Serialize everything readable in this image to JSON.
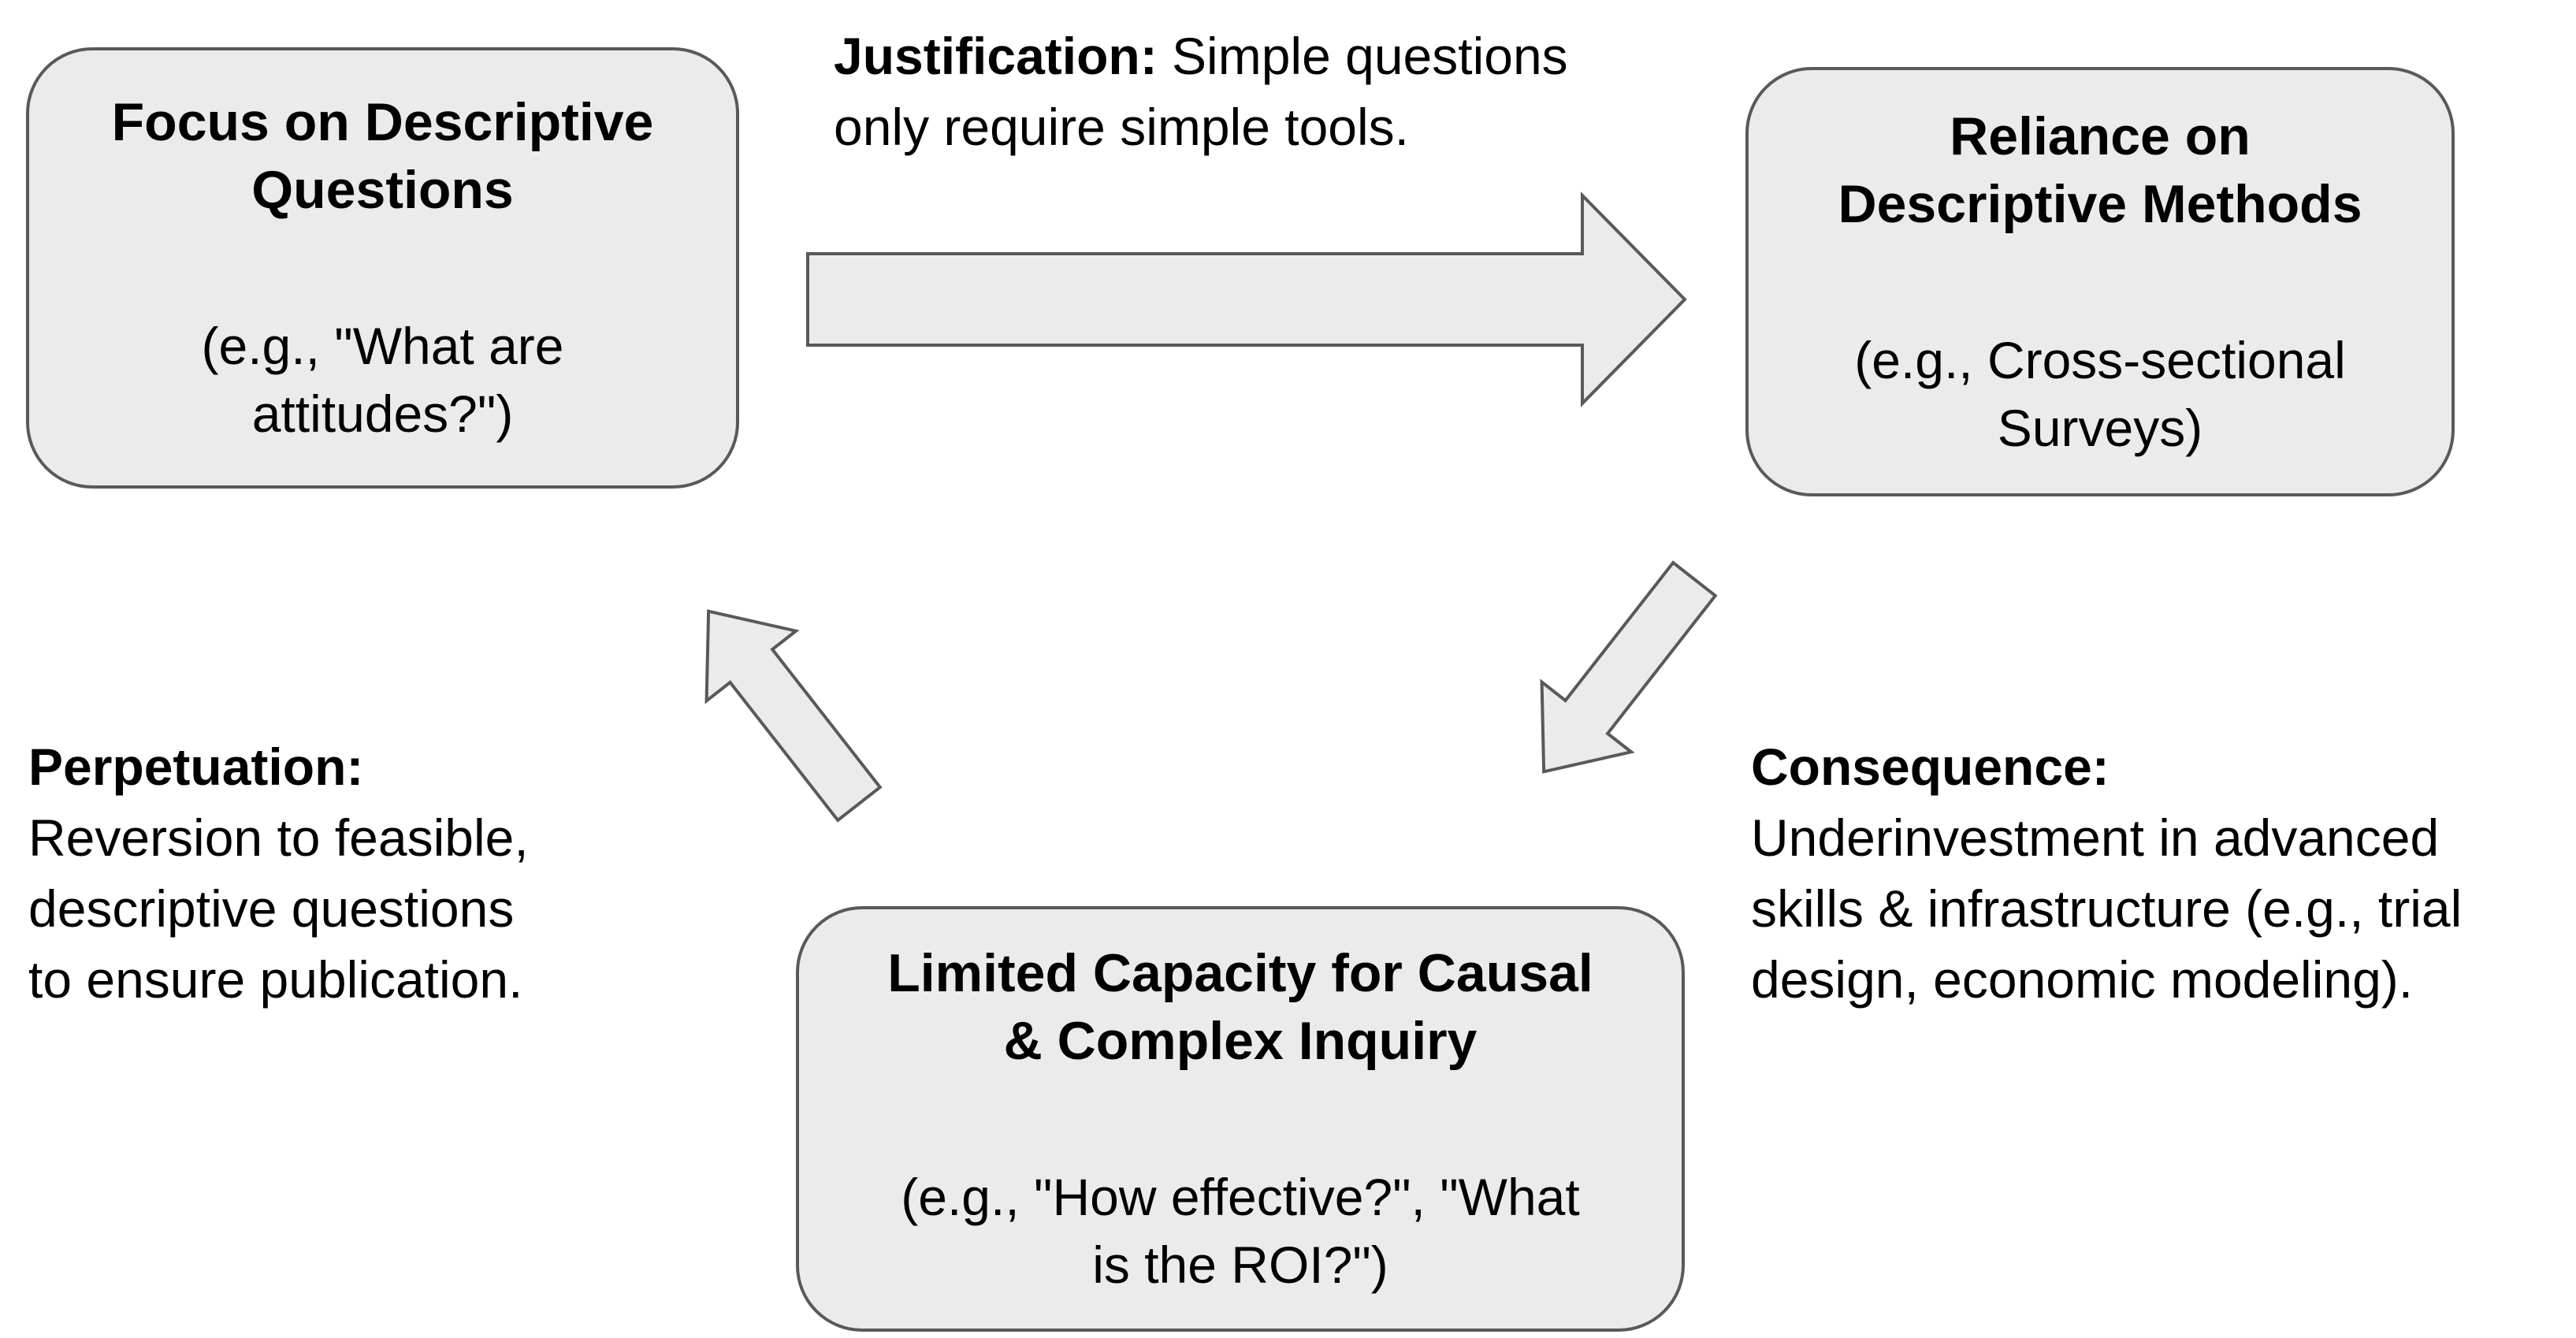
{
  "colors": {
    "background": "#ffffff",
    "box-fill": "#ebebeb",
    "box-border": "#595959",
    "arrow-fill": "#ebebeb",
    "arrow-border": "#595959",
    "text": "#000000"
  },
  "boxes": [
    {
      "name": "focus-descriptive-questions",
      "title_lines": [
        "Focus on Descriptive",
        "Questions"
      ],
      "example_lines": [
        "(e.g., \"What are",
        "attitudes?\")"
      ]
    },
    {
      "name": "reliance-descriptive-methods",
      "title_lines": [
        "Reliance on",
        "Descriptive Methods"
      ],
      "example_lines": [
        "(e.g., Cross-sectional",
        "Surveys)"
      ]
    },
    {
      "name": "limited-capacity-causal-inquiry",
      "title_lines": [
        "Limited Capacity for Causal",
        "& Complex Inquiry"
      ],
      "example_lines": [
        "(e.g., \"How effective?\", \"What",
        "is the ROI?\")"
      ]
    }
  ],
  "labels": {
    "justification": {
      "bold": "Justification:",
      "rest": " Simple questions",
      "line2": "only require simple tools."
    },
    "perpetuation": {
      "bold": "Perpetuation:",
      "lines": [
        "Reversion to feasible,",
        "descriptive questions",
        "to ensure publication."
      ]
    },
    "consequence": {
      "bold": "Consequence:",
      "lines": [
        "Underinvestment in advanced",
        "skills & infrastructure (e.g., trial",
        "design, economic modeling)."
      ]
    }
  },
  "arrows": [
    {
      "name": "arrow-justification",
      "direction": "right"
    },
    {
      "name": "arrow-consequence",
      "direction": "down-left"
    },
    {
      "name": "arrow-perpetuation",
      "direction": "up-left"
    }
  ]
}
